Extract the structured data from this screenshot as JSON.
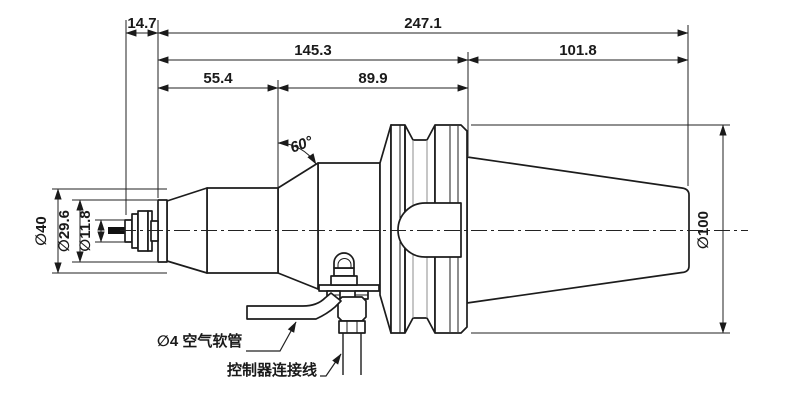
{
  "drawing": {
    "type": "spindle-tool-holder-dimension-drawing",
    "colors": {
      "background": "#ffffff",
      "line": "#1c1c1c"
    }
  },
  "dims": {
    "h": [
      "14.7",
      "247.1",
      "145.3",
      "101.8",
      "55.4",
      "89.9"
    ],
    "angle": "60°",
    "v": [
      "∅40",
      "∅29.6",
      "∅11.8",
      "∅100"
    ]
  },
  "callouts": {
    "air_hose": "∅4 空气软管",
    "controller_cable": "控制器连接线"
  }
}
